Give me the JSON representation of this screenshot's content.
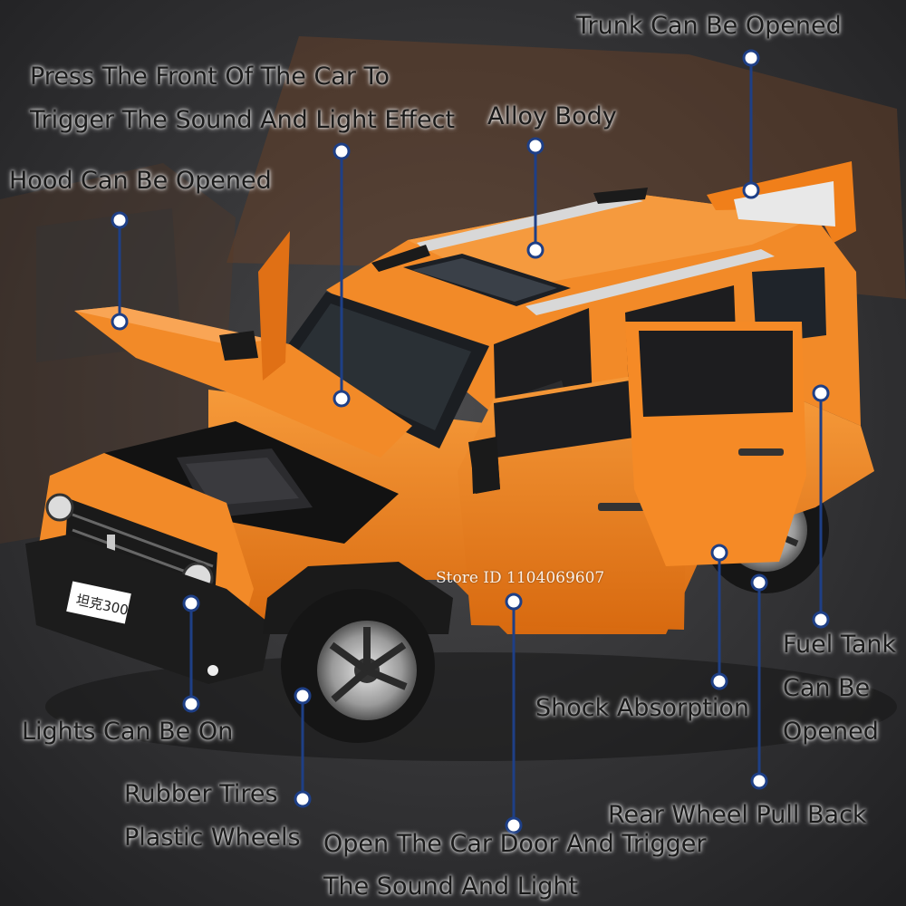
{
  "colors": {
    "background_dark": "#2a2a2c",
    "car_body": "#f07f1a",
    "car_body_shadow": "#c95f0c",
    "label_text": "#1a1a1a",
    "pointer_dot_border": "#1e3f86",
    "pointer_line": "#1e3f86"
  },
  "watermark": "Store ID 1104069607",
  "plate_text": "坦克300",
  "callouts": {
    "trunk": "Trunk Can Be Opened",
    "press_front_line1": "Press The Front Of The Car To",
    "press_front_line2": "Trigger The Sound And Light Effect",
    "alloy_body": "Alloy Body",
    "hood": "Hood Can Be Opened",
    "fuel_tank_line1": "Fuel Tank",
    "fuel_tank_line2": "Can Be",
    "fuel_tank_line3": "Opened",
    "shock_absorption": "Shock Absorption",
    "lights": "Lights Can Be On",
    "rubber_tires_line1": "Rubber Tires",
    "rubber_tires_line2": "Plastic Wheels",
    "rear_wheel": "Rear Wheel Pull Back",
    "open_door_line1": "Open The Car Door And Trigger",
    "open_door_line2": "The Sound And Light"
  }
}
